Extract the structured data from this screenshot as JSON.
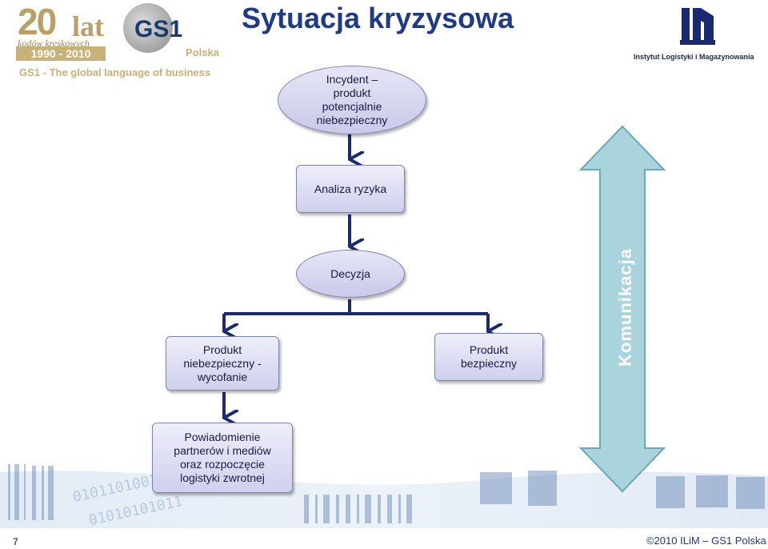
{
  "header": {
    "title": "Sytuacja kryzysowa",
    "gs1_logo": {
      "big_number": "20",
      "lat": "lat",
      "kodow": "kodów kreskowych",
      "years": "1990 - 2010",
      "brand": "GS1",
      "country": "Polska",
      "tagline": "GS1 - The global language of business"
    },
    "ilim_logo": {
      "name": "Instytut Logistyki i Magazynowania"
    }
  },
  "flowchart": {
    "incident": "Incydent –\nprodukt\npotencjalnie\nniebezpieczny",
    "risk_analysis": "Analiza ryzyka",
    "decision": "Decyzja",
    "unsafe_product": "Produkt\nniebezpieczny -\nwycofanie",
    "safe_product": "Produkt\nbezpieczny",
    "notification": "Powiadomienie\npartnerów i mediów\noraz rozpoczęcie\nlogistyki zwrotnej"
  },
  "communication_label": "Komunikacja",
  "footer": {
    "page_number": "7",
    "copyright": "©2010 ILiM – GS1 Polska"
  },
  "colors": {
    "title": "#1f3b87",
    "connector": "#1a2a6e",
    "arrow_fill": "#a9d3dd",
    "gold": "#c8b27a"
  }
}
